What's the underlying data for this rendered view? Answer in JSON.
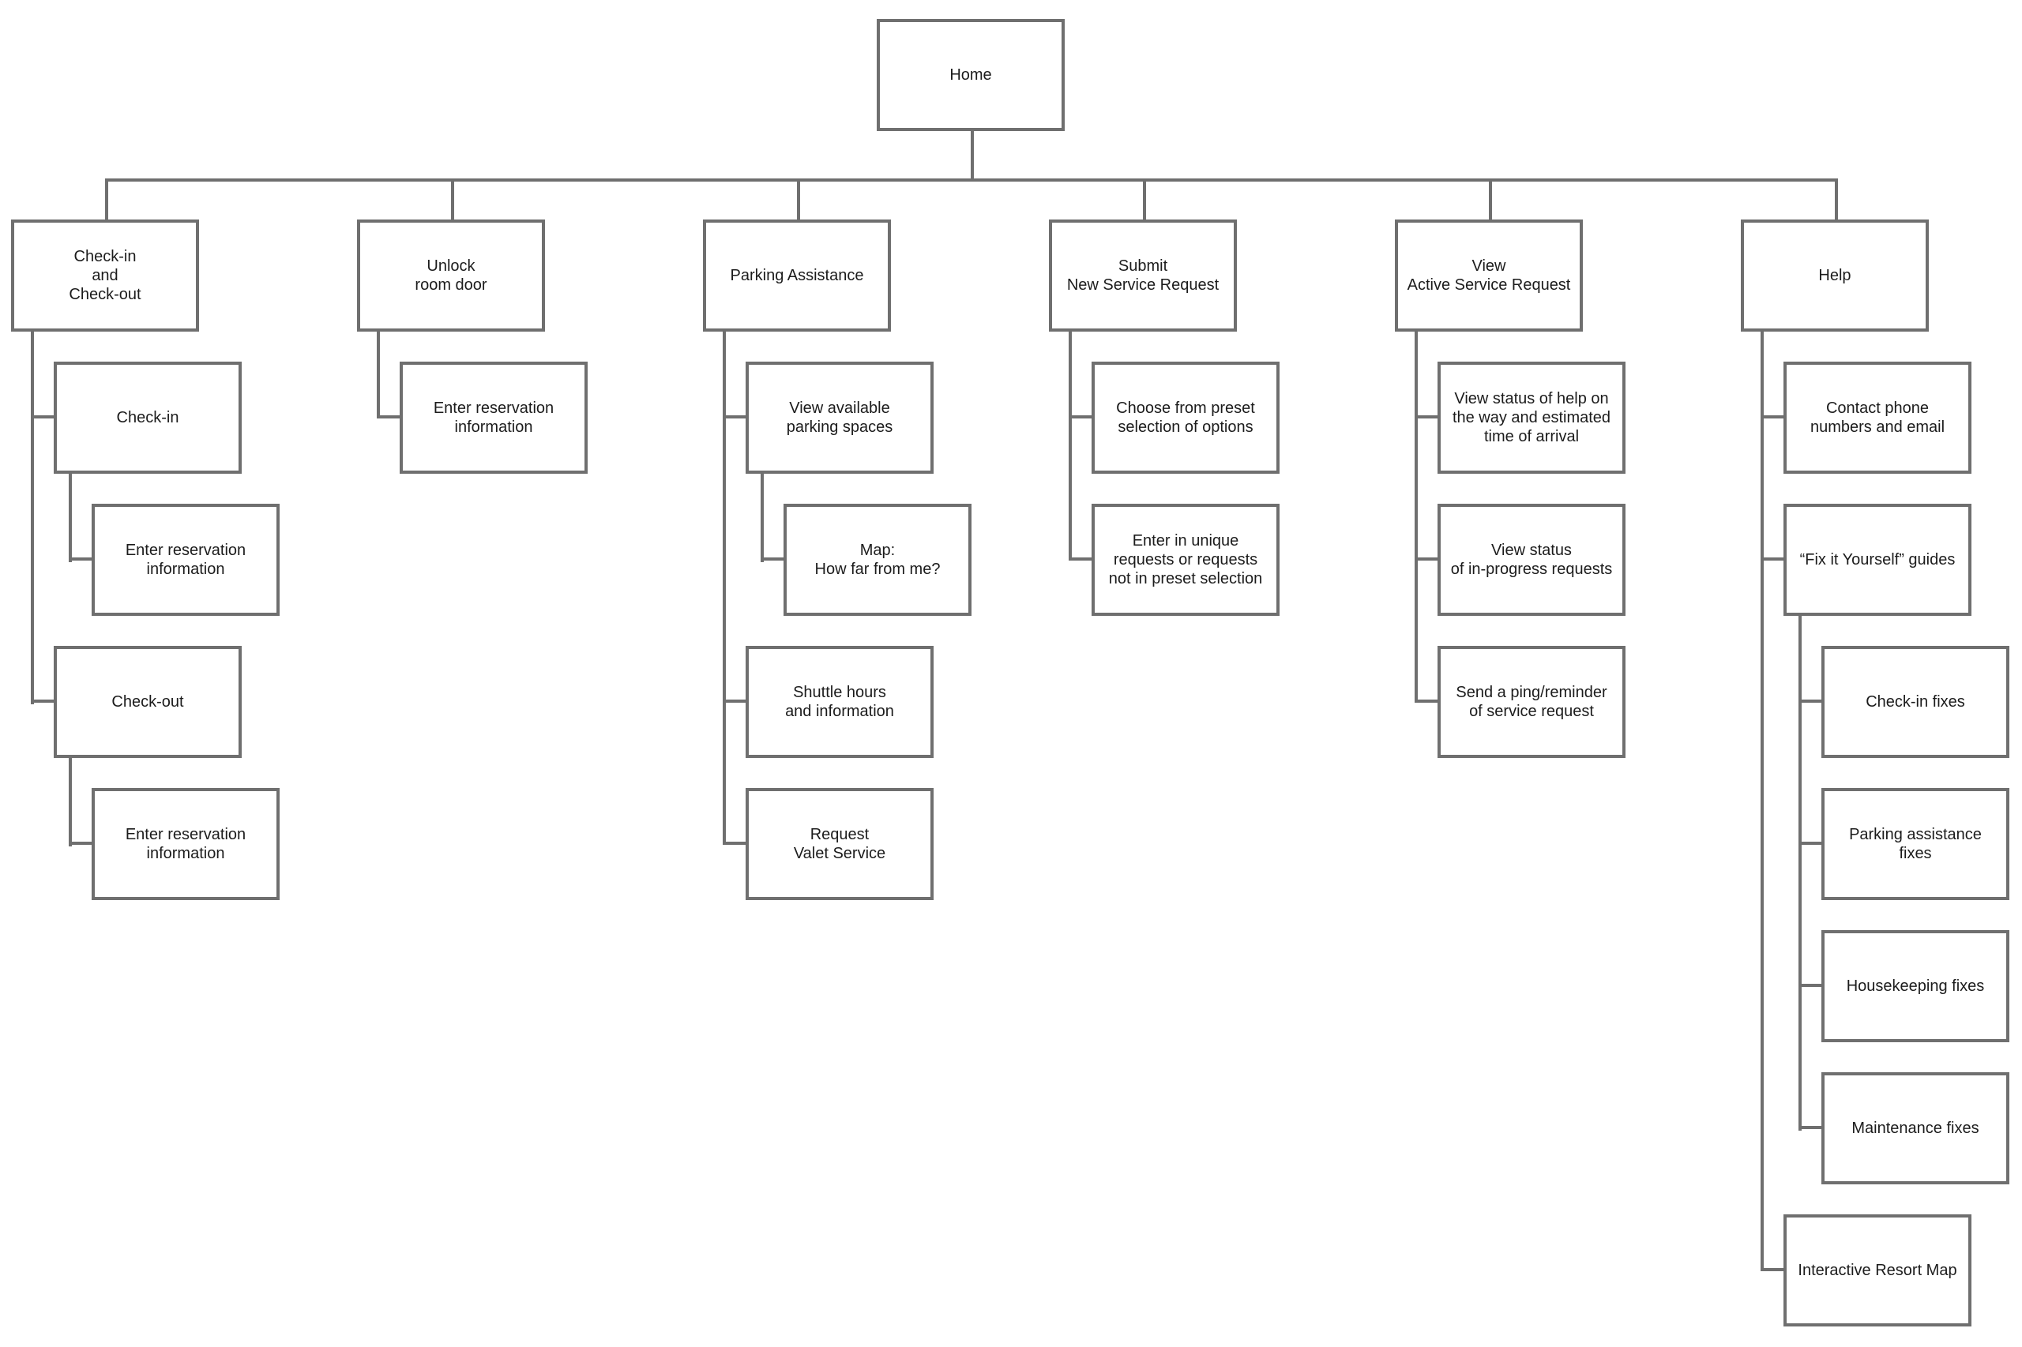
{
  "root": {
    "label": "Home"
  },
  "branches": [
    {
      "label": "Check-in\nand\nCheck-out",
      "children": [
        {
          "label": "Check-in",
          "children": [
            {
              "label": "Enter reservation\ninformation"
            }
          ]
        },
        {
          "label": "Check-out",
          "children": [
            {
              "label": "Enter reservation\ninformation"
            }
          ]
        }
      ]
    },
    {
      "label": "Unlock\nroom door",
      "children": [
        {
          "label": "Enter reservation\ninformation"
        }
      ]
    },
    {
      "label": "Parking Assistance",
      "children": [
        {
          "label": "View available\nparking spaces",
          "children": [
            {
              "label": "Map:\nHow far from me?"
            }
          ]
        },
        {
          "label": "Shuttle hours\nand information"
        },
        {
          "label": "Request\nValet Service"
        }
      ]
    },
    {
      "label": "Submit\nNew Service Request",
      "children": [
        {
          "label": "Choose from preset\nselection of options"
        },
        {
          "label": "Enter in unique\nrequests or requests\nnot in preset selection"
        }
      ]
    },
    {
      "label": "View\nActive Service Request",
      "children": [
        {
          "label": "View status of help on\nthe way and estimated\ntime of arrival"
        },
        {
          "label": "View status\nof in-progress requests"
        },
        {
          "label": "Send a ping/reminder\nof service request"
        }
      ]
    },
    {
      "label": "Help",
      "children": [
        {
          "label": "Contact phone\nnumbers and email"
        },
        {
          "label": "“Fix it Yourself” guides",
          "children": [
            {
              "label": "Check-in fixes"
            },
            {
              "label": "Parking assistance\nfixes"
            },
            {
              "label": "Housekeeping fixes"
            },
            {
              "label": "Maintenance fixes"
            }
          ]
        },
        {
          "label": "Interactive Resort Map"
        }
      ]
    }
  ]
}
